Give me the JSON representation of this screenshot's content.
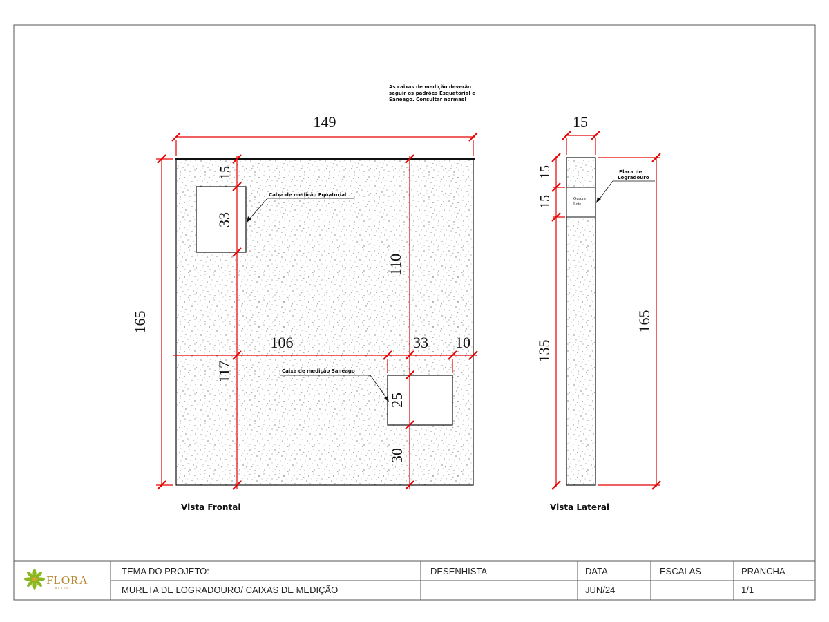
{
  "note": {
    "lines": [
      "As caixas de medição deverão",
      "seguir os padrões Esquatorial e",
      "Saneago. Consultar normas!"
    ]
  },
  "front_view": {
    "title": "Vista Frontal",
    "dims": {
      "width": "149",
      "height": "165",
      "top_offset": "15",
      "box_equatorial": "33",
      "right_upper": "110",
      "horizontal_left": "106",
      "box_saneago_width": "33",
      "right_margin": "10",
      "left_lower": "117",
      "box_saneago_height": "25",
      "bottom_offset": "30"
    },
    "labels": {
      "equatorial": "Caixa de medição Equatorial",
      "saneago": "Caixa de medição Saneago"
    }
  },
  "side_view": {
    "title": "Vista Lateral",
    "dims": {
      "thickness": "15",
      "top_gap": "15",
      "plate_height": "15",
      "lower": "135",
      "total": "165"
    },
    "plate_label_lines": [
      "Placa de",
      "Logradouro"
    ],
    "plate_text_lines": [
      "Quadra",
      "Lote"
    ]
  },
  "title_block": {
    "logo_text": "FLORA",
    "logo_sub": "RESORT",
    "tema_label": "TEMA DO PROJETO:",
    "tema_value": "MURETA DE LOGRADOURO/ CAIXAS DE MEDIÇÃO",
    "desenhista_label": "DESENHISTA",
    "desenhista_value": "",
    "data_label": "DATA",
    "data_value": "JUN/24",
    "escalas_label": "ESCALAS",
    "escalas_value": "",
    "prancha_label": "PRANCHA",
    "prancha_value": "1/1"
  },
  "colors": {
    "dimension": "#e60000",
    "line": "#111111",
    "logo": "#b8862e",
    "logo_leaf": "#8bb81e"
  }
}
